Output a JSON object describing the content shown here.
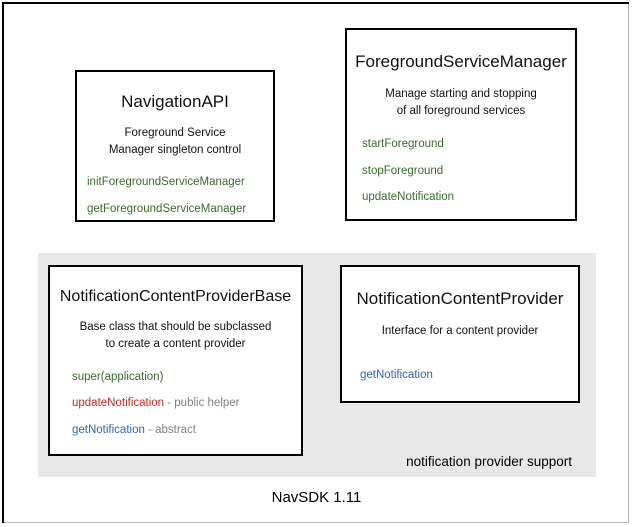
{
  "diagram": {
    "footer_caption": "NavSDK 1.11",
    "group_panel": {
      "label": "notification provider support",
      "background": "#e8e8e8"
    },
    "colors": {
      "green": "#3c6b2e",
      "red": "#c2291f",
      "blue": "#3366aa",
      "note_gray": "#808080",
      "box_border": "#000000",
      "panel_background": "#e8e8e8",
      "frame_border": "#000000"
    },
    "boxes": [
      {
        "id": "navigation-api",
        "title": "NavigationAPI",
        "description": "Foreground Service\nManager singleton control",
        "description_line1": "Foreground Service",
        "description_line2": "Manager singleton control",
        "members": [
          {
            "name": "initForegroundServiceManager",
            "color": "green",
            "note": ""
          },
          {
            "name": "getForegroundServiceManager",
            "color": "green",
            "note": ""
          }
        ]
      },
      {
        "id": "foreground-service-manager",
        "title": "ForegroundServiceManager",
        "description": "Manage starting and stopping\nof all foreground services",
        "description_line1": "Manage starting and stopping",
        "description_line2": "of all foreground services",
        "members": [
          {
            "name": "startForeground",
            "color": "green",
            "note": ""
          },
          {
            "name": "stopForeground",
            "color": "green",
            "note": ""
          },
          {
            "name": "updateNotification",
            "color": "green",
            "note": ""
          }
        ]
      },
      {
        "id": "notification-content-provider-base",
        "title": "NotificationContentProviderBase",
        "description": "Base class that should be subclassed\nto create a content provider",
        "description_line1": "Base class that should be subclassed",
        "description_line2": "to create a content provider",
        "members": [
          {
            "name": "super(application)",
            "color": "green",
            "note": ""
          },
          {
            "name": "updateNotification",
            "color": "red",
            "note": " - public helper"
          },
          {
            "name": "getNotification",
            "color": "blue",
            "note": " - abstract"
          }
        ]
      },
      {
        "id": "notification-content-provider",
        "title": "NotificationContentProvider",
        "description": "Interface for a content provider",
        "description_line1": "Interface for a content provider",
        "description_line2": "",
        "members": [
          {
            "name": "getNotification",
            "color": "blue",
            "note": ""
          }
        ]
      }
    ]
  }
}
